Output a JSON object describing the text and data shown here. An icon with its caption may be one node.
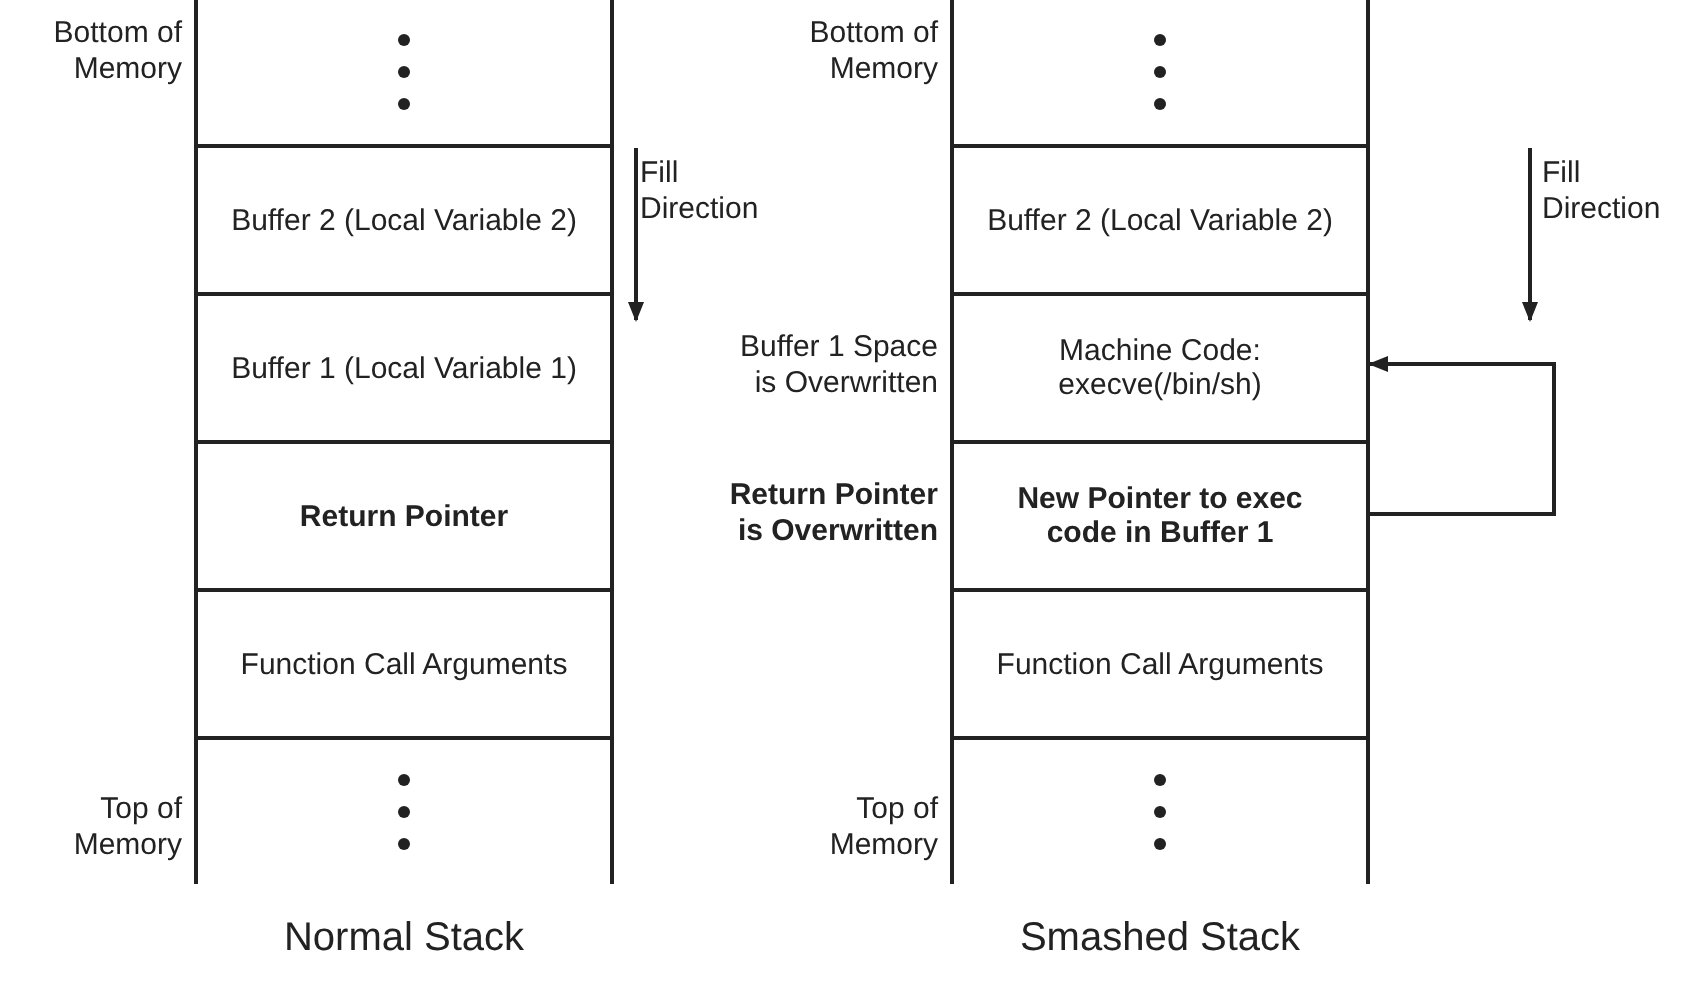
{
  "diagram": {
    "nodes": [
      {
        "text": [],
        "shape": "box",
        "beside": [
          "Bottom of Memory"
        ]
      },
      {
        "text": [
          "Buffer 2 (Local Variable 2)"
        ]
      },
      {
        "text": [
          "Buffer 1 (Local Variable 1)"
        ]
      },
      {
        "text": [
          "Return Pointer"
        ]
      },
      {
        "text": [
          "Function Call Arguments"
        ]
      },
      {
        "text": [],
        "shape": "box",
        "beside": [
          "Top of Memory"
        ]
      },
      {
        "text": [],
        "shape": "box",
        "beside": [
          "Bottom of Memory"
        ]
      },
      {
        "text": [
          "Buffer 2 (Local Variable 2)"
        ]
      },
      {
        "text": [
          "Machine Code: execve(/bin/sh)"
        ],
        "beside": [
          "Buffer 1 Space is Overwritten"
        ]
      },
      {
        "text": [
          "New Pointer to exec code in Buffer 1"
        ],
        "beside": [
          "Return Pointer is Overwritten"
        ]
      },
      {
        "text": [
          "Function Call Arguments"
        ]
      },
      {
        "text": [],
        "shape": "box",
        "beside": [
          "Top of Memory"
        ]
      }
    ],
    "edges": [
      {
        "from": 9,
        "to": 8,
        "arrow": "to"
      }
    ],
    "labels": [
      "Fill Direction",
      "Fill Direction",
      "Normal Stack",
      "Smashed Stack"
    ]
  }
}
